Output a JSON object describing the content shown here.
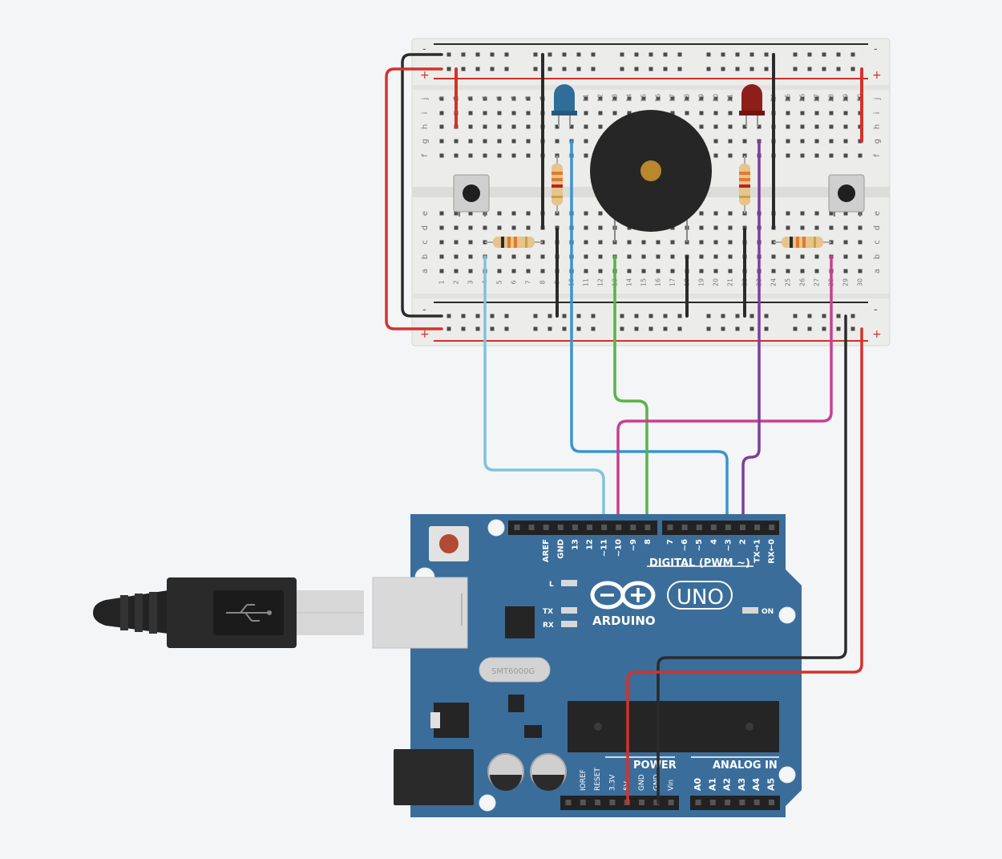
{
  "colors": {
    "background": "#f4f5f7",
    "breadboard": "#ececea",
    "board": "#3a6d9a",
    "rail_red": "#d0302a",
    "rail_black": "#2b2b2b",
    "wire_light_blue": "#7ec3dd",
    "wire_blue": "#3b93d0",
    "wire_green": "#5ab24a",
    "wire_magenta": "#c8408f",
    "wire_purple": "#7c3f9c",
    "wire_black": "#2b2b2b",
    "wire_red": "#d4322b",
    "led_blue": "#2f6e9a",
    "led_red": "#8e1e1a",
    "buzzer": "#262626",
    "buzzer_center": "#b8872e"
  },
  "breadboard": {
    "rail_minus": "-",
    "rail_plus": "+",
    "row_letters_top": [
      "j",
      "i",
      "h",
      "g",
      "f"
    ],
    "row_letters_bottom": [
      "e",
      "d",
      "c",
      "b",
      "a"
    ],
    "column_numbers": [
      "1",
      "2",
      "3",
      "4",
      "5",
      "6",
      "7",
      "8",
      "9",
      "10",
      "11",
      "12",
      "13",
      "14",
      "15",
      "16",
      "17",
      "18",
      "19",
      "20",
      "21",
      "22",
      "23",
      "24",
      "25",
      "26",
      "27",
      "28",
      "29",
      "30"
    ]
  },
  "components": {
    "icons": [
      "pushbutton-icon",
      "led-icon",
      "resistor-icon",
      "buzzer-icon",
      "usb-cable-icon",
      "reset-button-icon",
      "microcontroller-chip-icon"
    ]
  },
  "arduino": {
    "brand": "ARDUINO",
    "model": "UNO",
    "digital_header_label": "DIGITAL (PWM ~)",
    "digital_pins": [
      "AREF",
      "GND",
      "13",
      "12",
      "~11",
      "~10",
      "~9",
      "8",
      "7",
      "~6",
      "~5",
      "4",
      "~3",
      "2",
      "TX→1",
      "RX←0"
    ],
    "led_labels": [
      "L",
      "TX",
      "RX",
      "ON"
    ],
    "crystal_text": "SMT6000G",
    "power_label": "POWER",
    "analog_label": "ANALOG IN",
    "power_pins": [
      "IOREF",
      "RESET",
      "3.3V",
      "5V",
      "GND",
      "GND",
      "Vin"
    ],
    "analog_pins": [
      "A0",
      "A1",
      "A2",
      "A3",
      "A4",
      "A5"
    ]
  }
}
